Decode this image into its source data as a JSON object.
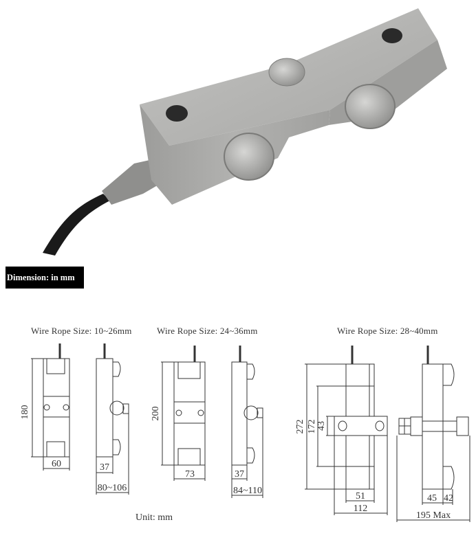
{
  "photo": {
    "subject": "shear-beam-load-cell",
    "colors": {
      "body": "#a9a9a7",
      "body_dark": "#8d8d8b",
      "cable": "#1a1a1a",
      "background": "#ffffff"
    }
  },
  "banner": {
    "text": "Dimension: in mm",
    "background": "#000000",
    "color": "#ffffff"
  },
  "models": [
    {
      "rope_label": "Wire Rope Size: 10~26mm",
      "front": {
        "height": "180",
        "width": "60"
      },
      "side": {
        "thickness": "37",
        "depth": "80~106"
      }
    },
    {
      "rope_label": "Wire Rope Size: 24~36mm",
      "front": {
        "height": "200",
        "width": "73"
      },
      "side": {
        "thickness": "37",
        "depth": "84~110"
      }
    },
    {
      "rope_label": "Wire Rope Size: 28~40mm",
      "front": {
        "height": "272",
        "inner_height": "172",
        "bracket_height": "43",
        "width": "51",
        "bracket_width": "112"
      },
      "side": {
        "thickness": "45",
        "cap": "42",
        "depth": "195 Max"
      }
    }
  ],
  "unit_label": "Unit: mm"
}
